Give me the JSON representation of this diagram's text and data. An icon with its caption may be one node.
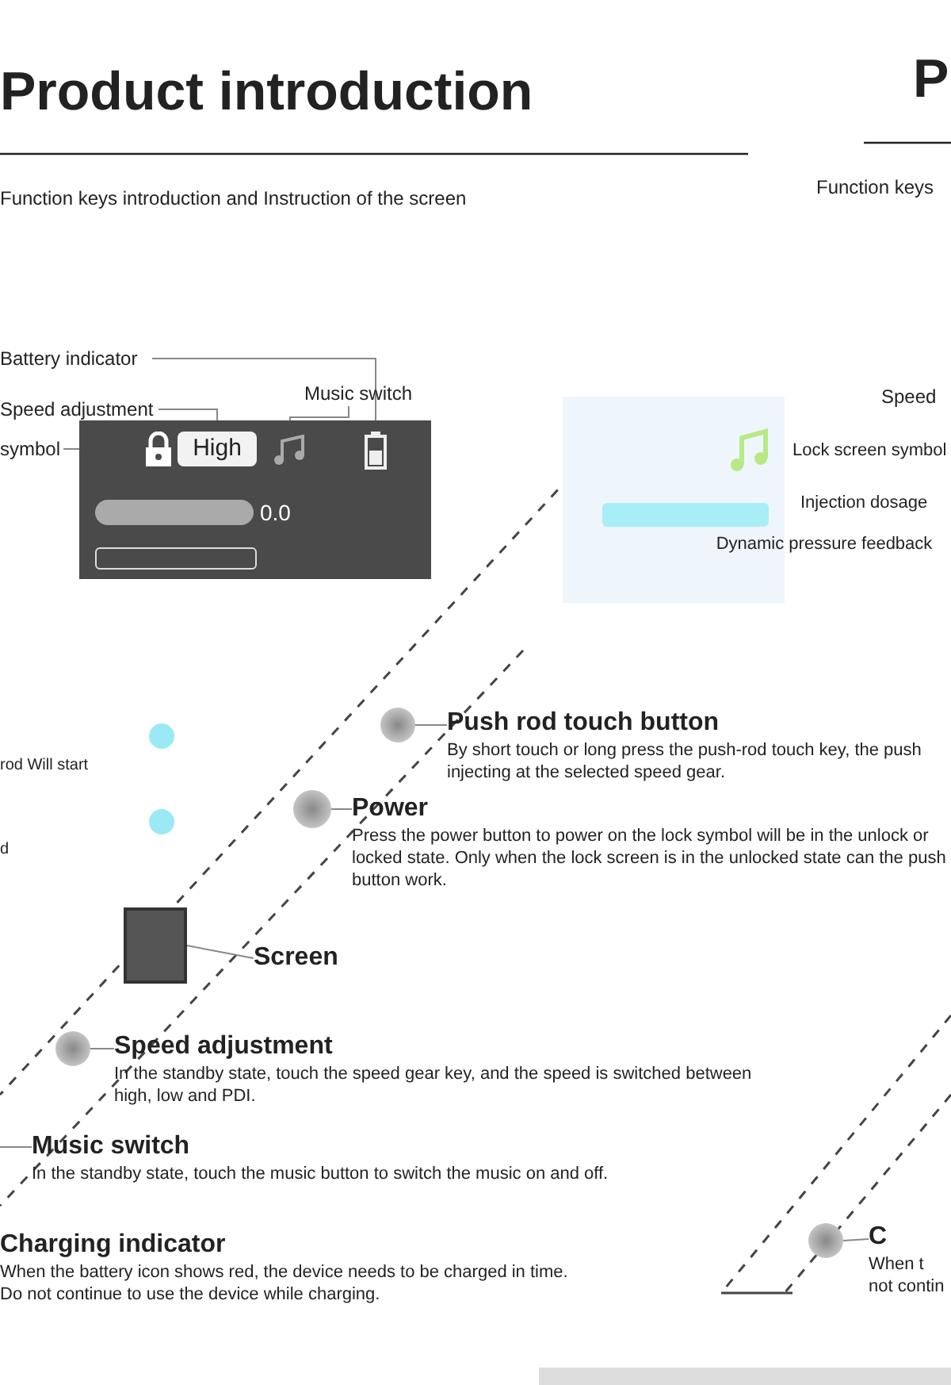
{
  "diagram": {
    "title": "Product introduction",
    "nodes": [
      {
        "text": [],
        "shape": "box"
      },
      {
        "text": [
          "Battery indicator"
        ]
      },
      {
        "text": [],
        "shape": "picture",
        "in": 0
      },
      {
        "text": [
          "Speed adjustment"
        ]
      },
      {
        "text": [
          "High"
        ],
        "in": 0
      },
      {
        "text": [
          "symbol"
        ]
      },
      {
        "text": [],
        "shape": "picture",
        "in": 0
      },
      {
        "text": [
          "Music switch"
        ]
      },
      {
        "text": [],
        "shape": "picture",
        "in": 0
      },
      {
        "text": [],
        "shape": "box"
      },
      {
        "text": [],
        "shape": "circle"
      },
      {
        "text": [
          "Push rod touch button",
          "By short touch or long press the push-rod touch key, the push injecting at the selected speed gear."
        ]
      },
      {
        "text": [],
        "shape": "circle"
      },
      {
        "text": [
          "Power",
          "Press the power button to power on the lock symbol will be in the unlock or locked state. Only when the lock screen is in the unlocked state can the push button work."
        ]
      },
      {
        "text": [],
        "shape": "box"
      },
      {
        "text": [
          "Screen"
        ]
      },
      {
        "text": [],
        "shape": "circle"
      },
      {
        "text": [
          "Speed adjustment",
          "In the standby state, touch the speed gear key, and the speed is switched between high, low and PDI."
        ]
      },
      {
        "text": [
          "Music switch",
          "In the standby state, touch the music button to switch the music on and off."
        ]
      },
      {
        "text": [],
        "shape": "circle"
      },
      {
        "text": [
          "Charging indicator",
          "When the battery icon shows red, the device needs to be charged in time. Do not continue to use the device while charging."
        ]
      },
      {
        "text": [
          "C",
          "When t",
          "not contin"
        ]
      },
      {
        "text": [],
        "shape": "bar",
        "in": 9
      }
    ],
    "edges": [
      {
        "from": 1,
        "to": 8,
        "arrow": "none"
      },
      {
        "from": 3,
        "to": 4,
        "arrow": "none"
      },
      {
        "from": 5,
        "to": 2,
        "arrow": "none"
      },
      {
        "from": 7,
        "to": 6,
        "arrow": "none"
      },
      {
        "from": 11,
        "to": 10,
        "arrow": "none"
      },
      {
        "from": 13,
        "to": 12,
        "arrow": "none"
      },
      {
        "from": 15,
        "to": 14,
        "arrow": "none"
      },
      {
        "from": 17,
        "to": 16,
        "arrow": "none"
      },
      {
        "from": null,
        "to": 18,
        "arrow": "none"
      },
      {
        "from": 21,
        "to": 19,
        "arrow": "none"
      }
    ],
    "labels": [
      "P",
      "Function keys introduction and Instruction of the screen",
      "Function keys",
      "0.0",
      "Speed",
      "Lock screen symbol",
      "Injection dosage",
      "Dynamic pressure feedback",
      "rod Will start",
      "d"
    ]
  }
}
